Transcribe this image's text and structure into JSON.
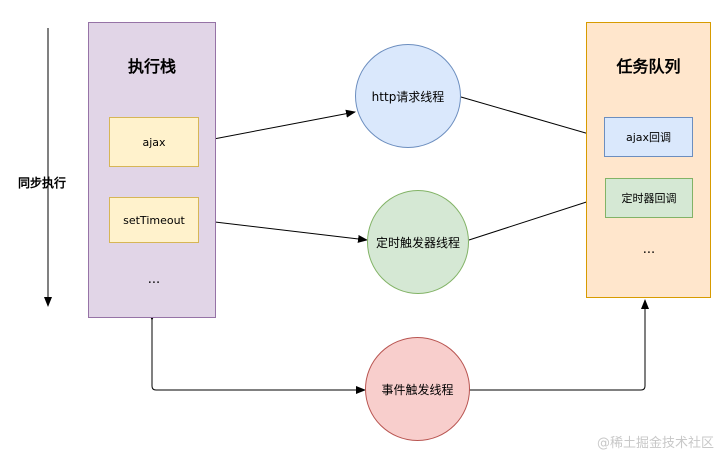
{
  "side_label": "同步执行",
  "stack": {
    "title": "执行栈",
    "items": [
      "ajax",
      "setTimeout"
    ],
    "ellipsis": "..."
  },
  "queue": {
    "title": "任务队列",
    "items": [
      "ajax回调",
      "定时器回调"
    ],
    "ellipsis": "..."
  },
  "threads": {
    "http": "http请求线程",
    "timer": "定时触发器线程",
    "event": "事件触发线程"
  },
  "watermark": "@稀土掘金技术社区",
  "colors": {
    "stack_fill": "#e1d5e7",
    "queue_fill": "#ffe6cc",
    "http_fill": "#dae8fc",
    "timer_fill": "#d5e8d4",
    "event_fill": "#f8cecc"
  }
}
